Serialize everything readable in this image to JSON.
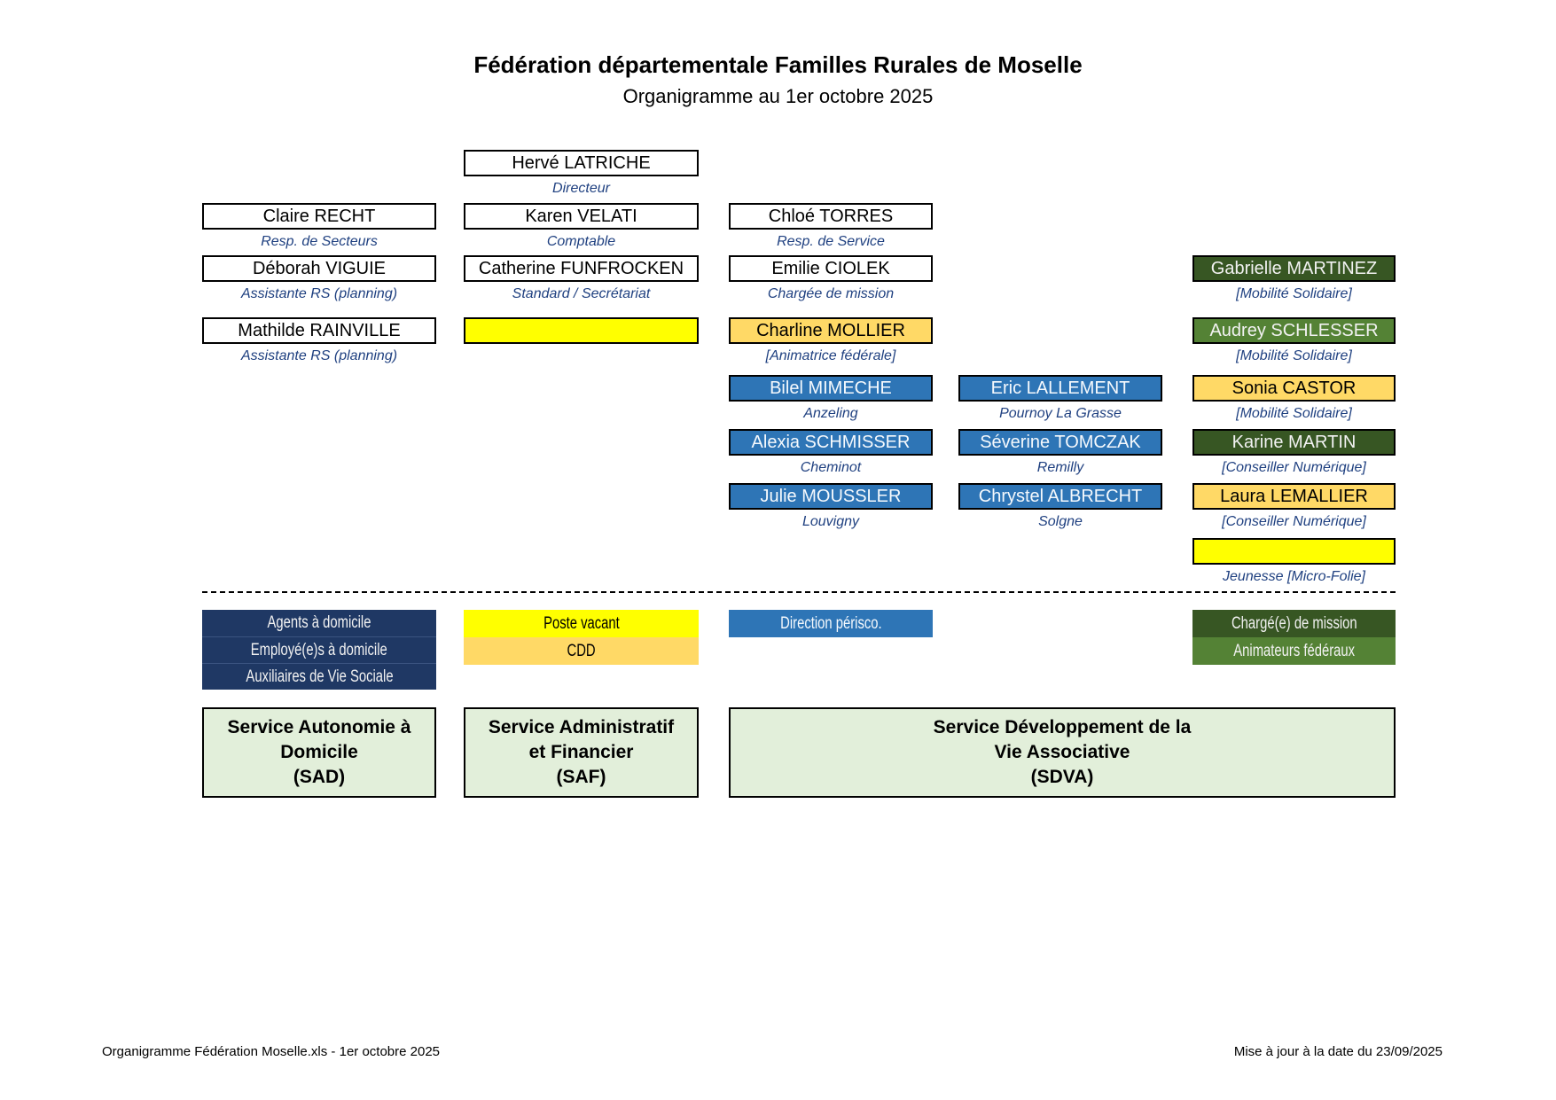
{
  "header": {
    "title": "Fédération départementale Familles Rurales de Moselle",
    "subtitle": "Organigramme au 1er octobre 2025"
  },
  "people": [
    {
      "name": "Hervé LATRICHE",
      "role": "Directeur",
      "type": "white",
      "col": 2,
      "row": 0
    },
    {
      "name": "Claire RECHT",
      "role": "Resp. de Secteurs",
      "type": "white",
      "col": 1,
      "row": 1
    },
    {
      "name": "Karen VELATI",
      "role": "Comptable",
      "type": "white",
      "col": 2,
      "row": 1
    },
    {
      "name": "Chloé TORRES",
      "role": "Resp. de Service",
      "type": "white",
      "col": 3,
      "row": 1
    },
    {
      "name": "Déborah VIGUIE",
      "role": "Assistante RS (planning)",
      "type": "white",
      "col": 1,
      "row": 2
    },
    {
      "name": "Catherine FUNFROCKEN",
      "role": "Standard / Secrétariat",
      "type": "white",
      "col": 2,
      "row": 2
    },
    {
      "name": "Emilie CIOLEK",
      "role": "Chargée de mission",
      "type": "white",
      "col": 3,
      "row": 2
    },
    {
      "name": "Gabrielle MARTINEZ",
      "role": "[Mobilité Solidaire]",
      "type": "darkgreen",
      "col": 5,
      "row": 2
    },
    {
      "name": "Mathilde RAINVILLE",
      "role": "Assistante RS (planning)",
      "type": "white",
      "col": 1,
      "row": 3
    },
    {
      "name": "",
      "role": "",
      "type": "yellow",
      "col": 2,
      "row": 3
    },
    {
      "name": "Charline MOLLIER",
      "role": "[Animatrice fédérale]",
      "type": "orange",
      "col": 3,
      "row": 3
    },
    {
      "name": "Audrey SCHLESSER",
      "role": "[Mobilité Solidaire]",
      "type": "green",
      "col": 5,
      "row": 3
    },
    {
      "name": "Bilel MIMECHE",
      "role": "Anzeling",
      "type": "blue",
      "col": 3,
      "row": 4
    },
    {
      "name": "Eric LALLEMENT",
      "role": "Pournoy La Grasse",
      "type": "blue",
      "col": 4,
      "row": 4
    },
    {
      "name": "Sonia CASTOR",
      "role": "[Mobilité Solidaire]",
      "type": "orange",
      "col": 5,
      "row": 4
    },
    {
      "name": "Alexia SCHMISSER",
      "role": "Cheminot",
      "type": "blue",
      "col": 3,
      "row": 5
    },
    {
      "name": "Séverine TOMCZAK",
      "role": "Remilly",
      "type": "blue",
      "col": 4,
      "row": 5
    },
    {
      "name": "Karine MARTIN",
      "role": "[Conseiller Numérique]",
      "type": "darkgreen",
      "col": 5,
      "row": 5
    },
    {
      "name": "Julie MOUSSLER",
      "role": "Louvigny",
      "type": "blue",
      "col": 3,
      "row": 6
    },
    {
      "name": "Chrystel ALBRECHT",
      "role": "Solgne",
      "type": "blue",
      "col": 4,
      "row": 6
    },
    {
      "name": "Laura LEMALLIER",
      "role": "[Conseiller Numérique]",
      "type": "orange",
      "col": 5,
      "row": 6
    },
    {
      "name": "",
      "role": "Jeunesse [Micro-Folie]",
      "type": "yellow",
      "col": 5,
      "row": 7
    }
  ],
  "legend": {
    "domicile_lines": [
      "Agents à domicile",
      "Employé(e)s à domicile",
      "Auxiliaires de Vie Sociale"
    ],
    "poste_vacant": "Poste vacant",
    "cdd": "CDD",
    "direction_perisco": "Direction périsco.",
    "charge_mission": "Chargé(e) de mission",
    "animateurs": "Animateurs fédéraux"
  },
  "services": [
    {
      "id": "sad",
      "lines": [
        "Service Autonomie à",
        "Domicile",
        "(SAD)"
      ]
    },
    {
      "id": "saf",
      "lines": [
        "Service Administratif",
        "et Financier",
        "(SAF)"
      ]
    },
    {
      "id": "sdva",
      "lines": [
        "Service Développement de la",
        "Vie Associative",
        "(SDVA)"
      ]
    }
  ],
  "footer": {
    "left": "Organigramme Fédération Moselle.xls - 1er octobre 2025",
    "right": "Mise à jour à la date du 23/09/2025"
  },
  "colors": {
    "blue": "#2E75B6",
    "dark-green": "#375623",
    "green": "#548235",
    "orange": "#FFD966",
    "yellow": "#FFFF00",
    "navy": "#1F3864",
    "service-bg": "#E2EFDA",
    "role-text": "#1F4080"
  }
}
